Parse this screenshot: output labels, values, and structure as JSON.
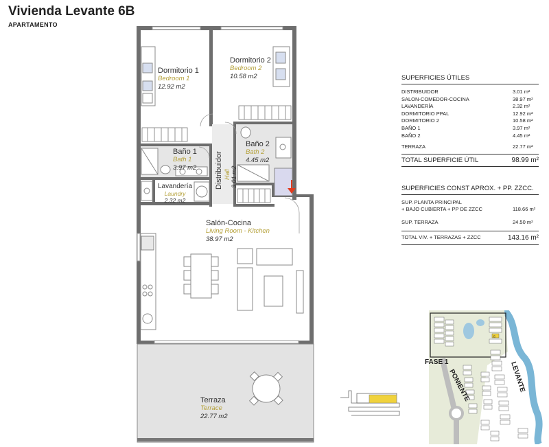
{
  "header": {
    "title": "Vivienda Levante 6B",
    "subtitle": "APARTAMENTO"
  },
  "rooms": {
    "dorm1": {
      "name": "Dormitorio 1",
      "en": "Bedroom 1",
      "m2": "12.92 m2"
    },
    "dorm2": {
      "name": "Dormitorio 2",
      "en": "Bedroom 2",
      "m2": "10.58 m2"
    },
    "bano1": {
      "name": "Baño 1",
      "en": "Bath 1",
      "m2": "3.97 m2"
    },
    "bano2": {
      "name": "Baño 2",
      "en": "Bath 2",
      "m2": "4.45 m2"
    },
    "lavanderia": {
      "name": "Lavandería",
      "en": "Laundry",
      "m2": "2.32 m2"
    },
    "distribuidor": {
      "name": "Distribuidor",
      "en": "Hall",
      "m2": "3.01 m2"
    },
    "salon": {
      "name": "Salón-Cocina",
      "en": "Living Room - Kitchen",
      "m2": "38.97 m2"
    },
    "terraza": {
      "name": "Terraza",
      "en": "Terrace",
      "m2": "22.77 m2"
    }
  },
  "superficies_utiles": {
    "heading": "SUPERFICIES ÚTILES",
    "rows": [
      {
        "label": "DISTRIBUIDOR",
        "value": "3.01 m²"
      },
      {
        "label": "SALON-COMEDOR-COCINA",
        "value": "38.97 m²"
      },
      {
        "label": "LAVANDERÍA",
        "value": "2.32 m²"
      },
      {
        "label": "DORMITORIO PPAL",
        "value": "12.92 m²"
      },
      {
        "label": "DORMITORIO 2",
        "value": "10.58 m²"
      },
      {
        "label": "BAÑO 1",
        "value": "3.97 m²"
      },
      {
        "label": "BAÑO 2",
        "value": "4.45 m²"
      }
    ],
    "terraza": {
      "label": "TERRAZA",
      "value": "22.77 m²"
    },
    "total": {
      "label": "TOTAL SUPERFICIE ÚTIL",
      "value": "98.99 m²"
    }
  },
  "superficies_const": {
    "heading": "SUPERFICIES CONST APROX. + PP. ZZCC.",
    "planta_line1": "SUP. PLANTA PRINCIPAL",
    "planta_line2": "+ BAJO CUBIERTA + PP DE ZZCC",
    "planta_value": "118.66 m²",
    "terraza_label": "SUP. TERRAZA",
    "terraza_value": "24.50 m²",
    "total_label": "TOTAL VIV. + TERRAZAS + ZZCC",
    "total_value": "143.16 m²"
  },
  "site_map": {
    "fase": "FASE 1",
    "poniente": "PONIENTE",
    "levante": "LEVANTE",
    "unit": "6"
  },
  "colors": {
    "wall": "#6e6e6e",
    "accent": "#b5a13a",
    "arrow": "#e23b1e",
    "water": "#7ab6d6",
    "highlight": "#f0d23c"
  }
}
